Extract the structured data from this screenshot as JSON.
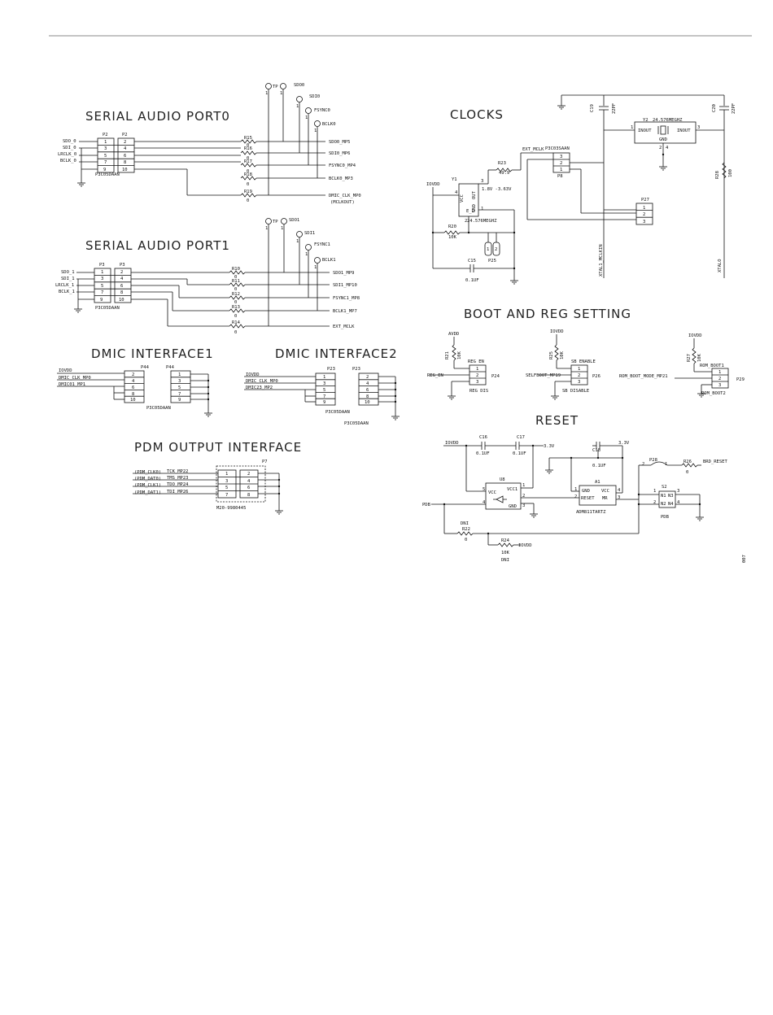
{
  "sections": {
    "serial0": "SERIAL AUDIO PORT0",
    "serial1": "SERIAL AUDIO PORT1",
    "clocks": "CLOCKS",
    "boot": "BOOT AND REG SETTING",
    "dmic1": "DMIC INTERFACE1",
    "dmic2": "DMIC INTERFACE2",
    "reset": "RESET",
    "pdm": "PDM OUTPUT INTERFACE"
  },
  "serial0": {
    "inputs": [
      "SDO_0",
      "SDI_0",
      "LRCLK_0",
      "BCLK_0"
    ],
    "refs": [
      "P2",
      "P2"
    ],
    "part": "P3C05DAAN",
    "pins_odd": [
      "1",
      "3",
      "5",
      "7",
      "9"
    ],
    "pins_even": [
      "2",
      "4",
      "6",
      "8",
      "10"
    ],
    "resistors": [
      "R15",
      "R16",
      "R17",
      "R18",
      "R19"
    ],
    "zero": "0",
    "nets": [
      "SDO0_MP5",
      "SDI0_MP6",
      "FSYNC0_MP4",
      "BCLK0_MP3",
      "DMIC_CLK_MP0"
    ],
    "mclkout": "(MCLKOUT)",
    "testpoints": [
      "TP",
      "SDO0",
      "SDI0",
      "FSYNC0",
      "BCLK0"
    ],
    "tp_pin": "1"
  },
  "serial1": {
    "inputs": [
      "SDO_1",
      "SDI_1",
      "LRCLK_1",
      "BCLK_1"
    ],
    "refs": [
      "P3",
      "P3"
    ],
    "part": "P3C05DAAN",
    "resistors": [
      "R10",
      "R11",
      "R12",
      "R13",
      "R14"
    ],
    "nets": [
      "SDO1_MP9",
      "SDI1_MP10",
      "FSYNC1_MP8",
      "BCLK1_MP7",
      "EXT_MCLK"
    ],
    "testpoints": [
      "TP",
      "SDO1",
      "SDI1",
      "FSYNC1",
      "BCLK1"
    ]
  },
  "dmic1": {
    "refs": [
      "P44",
      "P44"
    ],
    "part": "P3C05DAAN",
    "nets": [
      "IOVDD",
      "DMIC_CLK_MP0",
      "DMIC01_MP1"
    ],
    "pins_left": [
      "2",
      "4",
      "6",
      "8",
      "10"
    ],
    "pins_right": [
      "1",
      "3",
      "5",
      "7",
      "9"
    ]
  },
  "dmic2": {
    "refs": [
      "P23",
      "P23"
    ],
    "part": "P3C05DAAN",
    "nets": [
      "IOVDD",
      "DMIC_CLK_MP0",
      "DMIC23_MP2"
    ],
    "pins_left": [
      "1",
      "3",
      "5",
      "7",
      "9"
    ],
    "pins_right": [
      "2",
      "4",
      "6",
      "8",
      "10"
    ]
  },
  "pdm": {
    "ref": "P7",
    "part": "M20-9980445",
    "nets": [
      "(PDM_CLK0)",
      "(PDM_DAT0)",
      "(PDM_CLK1)",
      "(PDM_DAT1)"
    ],
    "nets2": [
      "TCK_MP22",
      "TMS_MP23",
      "TDO_MP24",
      "TDI_MP26"
    ],
    "pins_left": [
      "1",
      "3",
      "5",
      "7"
    ],
    "pins_right": [
      "2",
      "4",
      "6",
      "8"
    ]
  },
  "clocks": {
    "c19": "C19",
    "c19v": "22PF",
    "c20": "C20",
    "c20v": "22PF",
    "y2": "Y2",
    "y2v": "24.576MEGHZ",
    "y2_in": "INOUT",
    "y2_out": "INOUT",
    "y2_gnd": "GND",
    "y2_pins": [
      "1",
      "3",
      "2",
      "4"
    ],
    "ext": "EXT_MCLK",
    "p8part": "P3C03SAAN",
    "p8": "P8",
    "p8_pins": [
      "3",
      "2",
      "1"
    ],
    "r23": "R23",
    "r23v": "49.9",
    "y1": "Y1",
    "y1v": "24.576MEGHZ",
    "y1_volt": "1.8V -3.63V",
    "y1_pins": [
      "VCC",
      "OUT",
      "GND",
      "E_D",
      "4",
      "3",
      "1",
      "2"
    ],
    "iovdd": "IOVDD",
    "r20": "R20",
    "r20v": "10K",
    "p25": "P25",
    "p25_pins": [
      "1",
      "2"
    ],
    "c15": "C15",
    "c15v": "0.1UF",
    "p27": "P27",
    "p27_pins": [
      "1",
      "2",
      "3"
    ],
    "r28": "R28",
    "r28v": "100",
    "xtal_mclkin": "XTAL1_MCLKIN",
    "xtalo": "XTALO"
  },
  "boot": {
    "avdd": "AVDD",
    "r21": "R21",
    "r21v": "10K",
    "reg_en": "REG EN",
    "reg_en_net": "REG_EN",
    "p24": "P24",
    "reg_dis": "REG DIS",
    "iovdd1": "IOVDD",
    "r25": "R25",
    "r25v": "10K",
    "sb_en": "SB ENABLE",
    "selfboot": "SELFBOOT_MP19",
    "p26": "P26",
    "sb_dis": "SB DISABLE",
    "iovdd2": "IOVDD",
    "r27": "R27",
    "r27v": "10K",
    "rom1": "ROM_BOOT1",
    "rom_net": "ROM_BOOT_MODE_MP21",
    "p29": "P29",
    "rom2": "ROM_BOOT2",
    "pins": [
      "1",
      "2",
      "3"
    ]
  },
  "reset": {
    "iovdd": "IOVDD",
    "c16": "C16",
    "c16v": "0.1UF",
    "c17": "C17",
    "c17v": "0.1UF",
    "v33a": "3.3V",
    "c18": "C18",
    "c18v": "0.1UF",
    "v33b": "3.3V",
    "u8": "U8",
    "u8_vcc": "VCC",
    "u8_vcc1": "VCC1",
    "u8_gnd": "GND",
    "u8_pins": [
      "5",
      "4",
      "1",
      "2",
      "3"
    ],
    "a1": "A1",
    "a1_gnd": "GND",
    "a1_vcc": "VCC",
    "a1_reset": "RESET",
    "a1_mr": "MR",
    "a1_pins": [
      "1",
      "2",
      "4",
      "3"
    ],
    "a1_part": "ADM811TARTZ",
    "p28": "P28",
    "p28_pins": [
      "2",
      "1"
    ],
    "r26": "R26",
    "r26v": "0",
    "brd_reset": "BRD_RESET",
    "s2": "S2",
    "s2_pins": [
      "1",
      "2",
      "3",
      "4"
    ],
    "s2_n": [
      "N1",
      "N3",
      "N2",
      "N4"
    ],
    "pdb": "PDB",
    "pdb_left": "PDB",
    "r22": "R22",
    "r22v": "0",
    "dni": "DNI",
    "r24": "R24",
    "r24v": "10K",
    "r24_iovdd": "IOVDD",
    "dni2": "DNI"
  },
  "footer": {
    "code": "007"
  }
}
